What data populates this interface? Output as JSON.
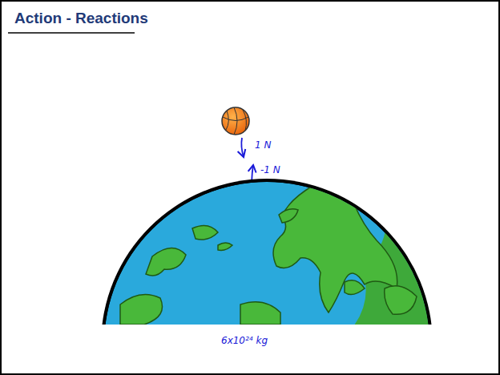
{
  "diagram": {
    "title": "Action - Reactions",
    "labels": [
      "1 N",
      "-1 N",
      "6x10²⁴ kg"
    ]
  }
}
